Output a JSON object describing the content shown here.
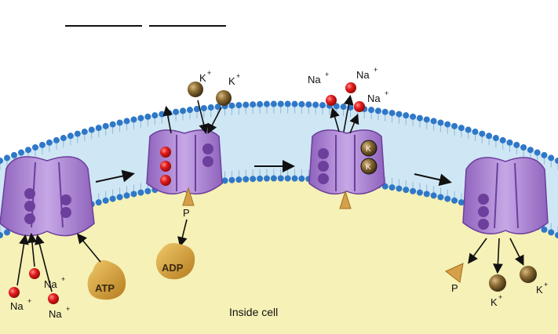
{
  "labels": {
    "inside_cell": "Inside cell",
    "na": "Na",
    "k": "K",
    "plus": "+",
    "atp": "ATP",
    "adp": "ADP",
    "p": "P",
    "k_on_pump": "K"
  },
  "colors": {
    "extracellular": "#ffffff",
    "cytoplasm": "#f6f1b6",
    "membrane_band": "#cfe7f4",
    "phospholipid_head": "#2f78c8",
    "pump_body": "#b58fd6",
    "pump_dark": "#6c3f9c",
    "sodium_ion": "#e21b1b",
    "potassium_ion": "#8a6b33",
    "atp_adp": "#d9a23a",
    "phosphate": "#d6a04a"
  },
  "icons": [
    "sodium-ion-icon",
    "potassium-ion-icon",
    "phosphate-icon",
    "atp-icon",
    "adp-icon",
    "pump-protein-icon"
  ]
}
